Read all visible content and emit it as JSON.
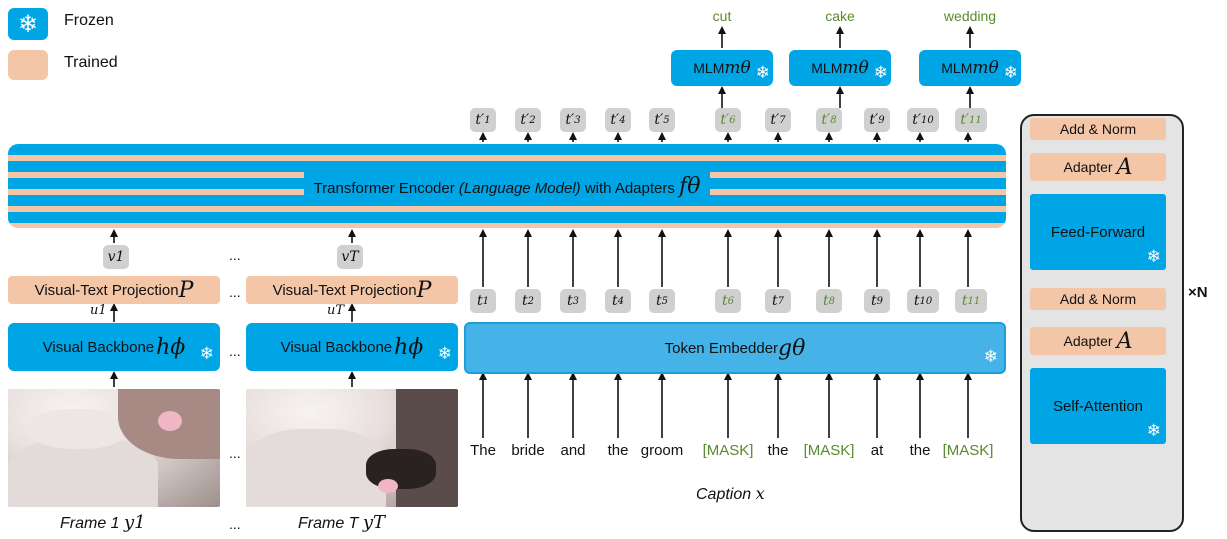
{
  "legend": {
    "frozen_label": "Frozen",
    "trained_label": "Trained"
  },
  "mlm_heads": [
    {
      "label": "MLM",
      "symbol": "mθ",
      "output": "cut"
    },
    {
      "label": "MLM",
      "symbol": "mθ",
      "output": "cake"
    },
    {
      "label": "MLM",
      "symbol": "mθ",
      "output": "wedding"
    }
  ],
  "output_tokens": [
    {
      "text": "t′1",
      "masked": false
    },
    {
      "text": "t′2",
      "masked": false
    },
    {
      "text": "t′3",
      "masked": false
    },
    {
      "text": "t′4",
      "masked": false
    },
    {
      "text": "t′5",
      "masked": false
    },
    {
      "text": "t′6",
      "masked": true
    },
    {
      "text": "t′7",
      "masked": false
    },
    {
      "text": "t′8",
      "masked": true
    },
    {
      "text": "t′9",
      "masked": false
    },
    {
      "text": "t′10",
      "masked": false
    },
    {
      "text": "t′11",
      "masked": true
    }
  ],
  "encoder": {
    "label_prefix": "Transformer Encoder ",
    "label_italic": "(Language Model)",
    "label_suffix": " with Adapters ",
    "symbol": "fθ"
  },
  "visual_outputs": {
    "first": "v1",
    "last": "vT"
  },
  "projection": {
    "label": "Visual-Text Projection",
    "symbol": "P"
  },
  "visual_inputs": {
    "first": "u1",
    "last": "uT"
  },
  "backbone": {
    "label": "Visual Backbone",
    "symbol": "hϕ"
  },
  "ellipsis": "...",
  "input_tokens": [
    {
      "text": "t1",
      "masked": false
    },
    {
      "text": "t2",
      "masked": false
    },
    {
      "text": "t3",
      "masked": false
    },
    {
      "text": "t4",
      "masked": false
    },
    {
      "text": "t5",
      "masked": false
    },
    {
      "text": "t6",
      "masked": true
    },
    {
      "text": "t7",
      "masked": false
    },
    {
      "text": "t8",
      "masked": true
    },
    {
      "text": "t9",
      "masked": false
    },
    {
      "text": "t10",
      "masked": false
    },
    {
      "text": "t11",
      "masked": true
    }
  ],
  "embedder": {
    "label": "Token Embedder ",
    "symbol": "gθ"
  },
  "caption_words": [
    {
      "text": "The",
      "masked": false
    },
    {
      "text": "bride",
      "masked": false
    },
    {
      "text": "and",
      "masked": false
    },
    {
      "text": "the",
      "masked": false
    },
    {
      "text": "groom",
      "masked": false
    },
    {
      "text": "[MASK]",
      "masked": true
    },
    {
      "text": "the",
      "masked": false
    },
    {
      "text": "[MASK]",
      "masked": true
    },
    {
      "text": "at",
      "masked": false
    },
    {
      "text": "the",
      "masked": false
    },
    {
      "text": "[MASK]",
      "masked": true
    }
  ],
  "caption_label": {
    "text": "Caption ",
    "symbol": "x"
  },
  "frame_labels": [
    {
      "text": "Frame 1 ",
      "symbol": "y1"
    },
    {
      "text": "Frame T ",
      "symbol": "yT"
    }
  ],
  "layer_detail": {
    "add_norm": "Add & Norm",
    "adapter": "Adapter ",
    "adapter_symbol": "A",
    "feed_forward": "Feed-Forward",
    "self_attention": "Self-Attention",
    "repeat": "×N"
  },
  "colors": {
    "frozen": "#00a5e6",
    "trained": "#f4c6a8",
    "masked_text": "#5a8a2e",
    "token_box": "#d0d0d0"
  }
}
